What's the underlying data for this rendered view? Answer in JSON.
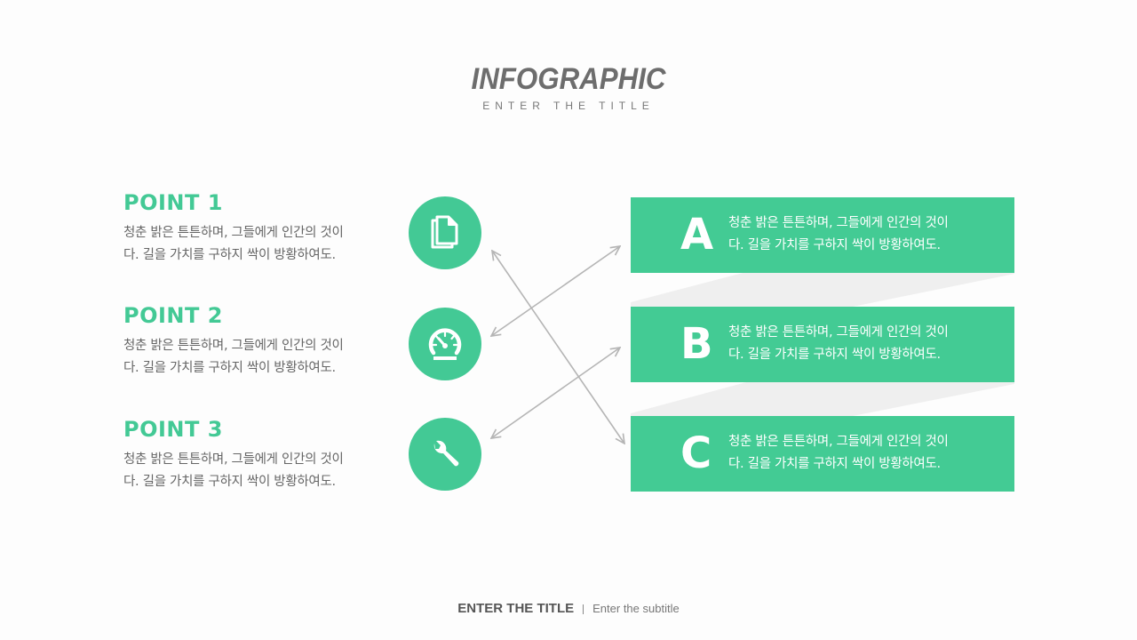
{
  "header": {
    "title": "INFOGRAPHIC",
    "subtitle": "ENTER THE TITLE"
  },
  "points": [
    {
      "heading": "POINT 1",
      "line1": "청춘 밝은 튼튼하며, 그들에게 인간의 것이",
      "line2": "다. 길을 가치를 구하지 싹이 방황하여도.",
      "icon": "document-icon"
    },
    {
      "heading": "POINT 2",
      "line1": "청춘 밝은 튼튼하며, 그들에게 인간의 것이",
      "line2": "다. 길을 가치를 구하지 싹이 방황하여도.",
      "icon": "speedometer-icon"
    },
    {
      "heading": "POINT 3",
      "line1": "청춘 밝은 튼튼하며, 그들에게 인간의 것이",
      "line2": "다. 길을 가치를 구하지 싹이 방황하여도.",
      "icon": "wrench-icon"
    }
  ],
  "boxes": [
    {
      "letter": "A",
      "line1": "청춘 밝은 튼튼하며, 그들에게 인간의 것이",
      "line2": "다. 길을 가치를 구하지 싹이 방황하여도."
    },
    {
      "letter": "B",
      "line1": "청춘 밝은 튼튼하며, 그들에게 인간의 것이",
      "line2": "다. 길을 가치를 구하지 싹이 방황하여도."
    },
    {
      "letter": "C",
      "line1": "청춘 밝은 튼튼하며, 그들에게 인간의 것이",
      "line2": "다. 길을 가치를 구하지 싹이 방황하여도."
    }
  ],
  "connections": [
    {
      "from": "POINT 1",
      "to": "C"
    },
    {
      "from": "POINT 2",
      "to": "A"
    },
    {
      "from": "POINT 3",
      "to": "B"
    }
  ],
  "footer": {
    "title": "ENTER THE TITLE",
    "subtitle": "Enter the subtitle"
  },
  "colors": {
    "accent": "#43c995",
    "arrow": "#b5b5b5",
    "text": "#666666"
  }
}
